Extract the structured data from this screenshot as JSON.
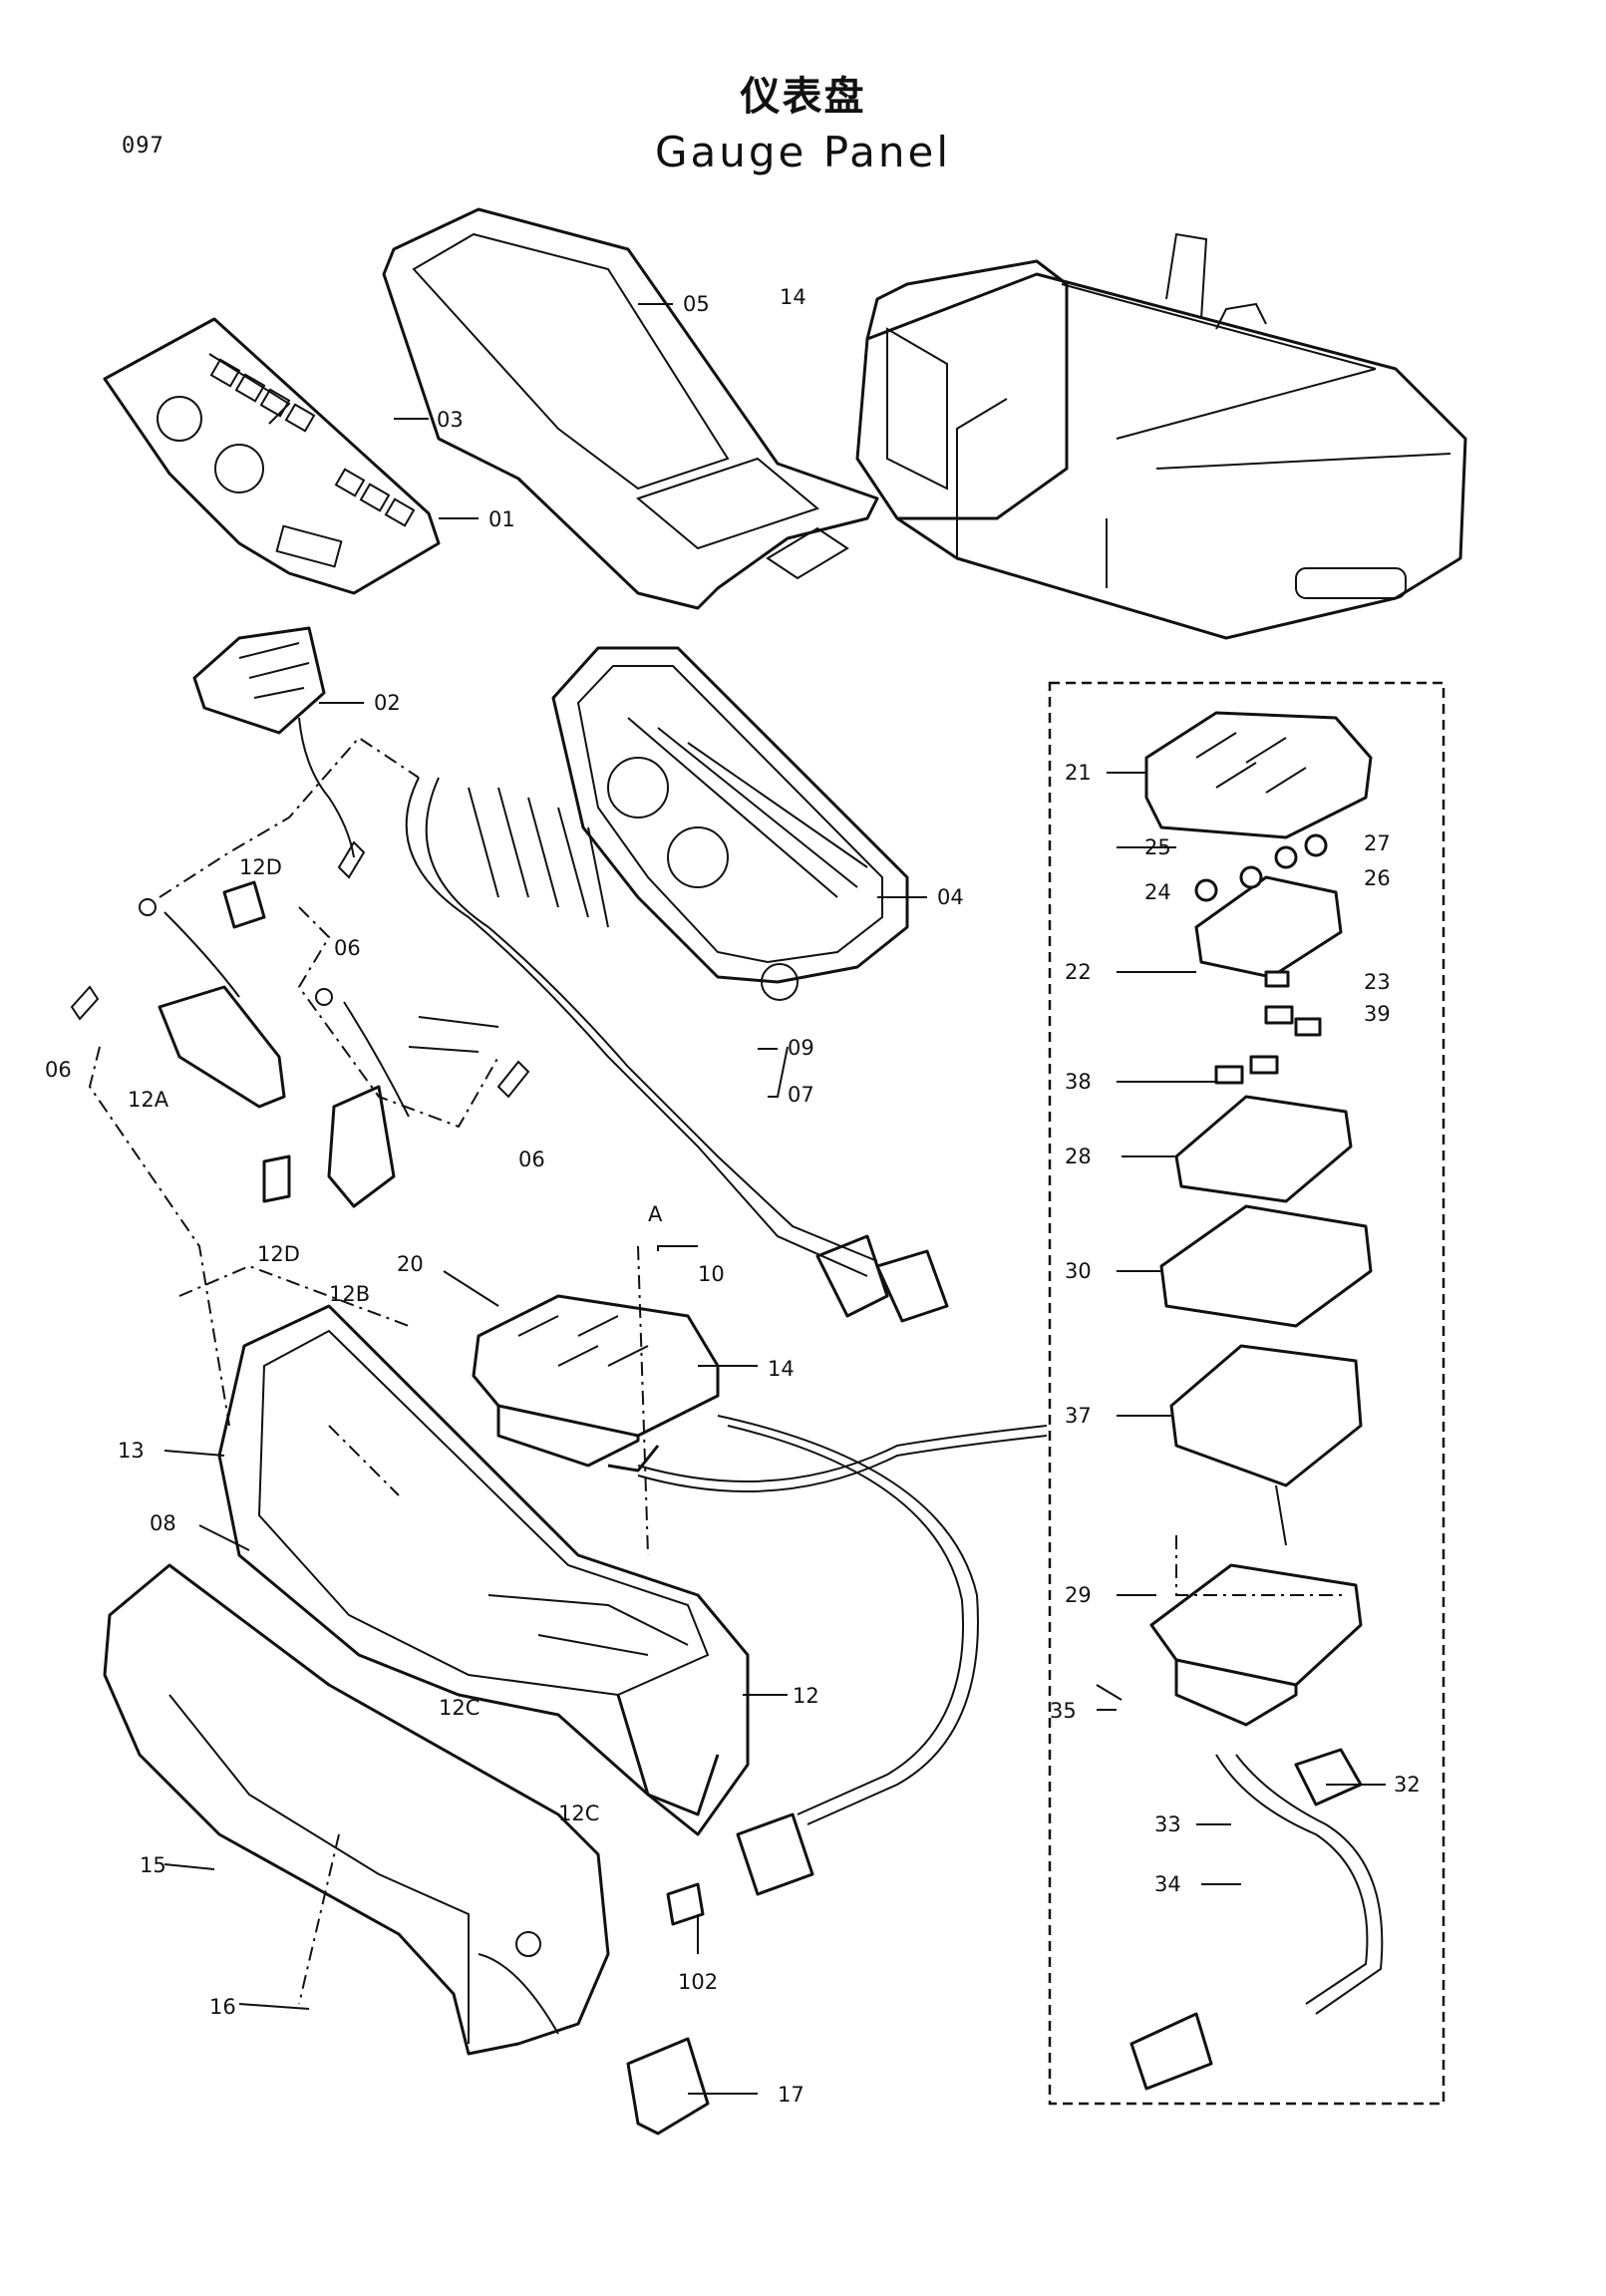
{
  "header": {
    "page_number": "097",
    "title_cn": "仪表盘",
    "title_en": "Gauge Panel"
  },
  "callouts": {
    "c01": "01",
    "c02": "02",
    "c03": "03",
    "c04": "04",
    "c05": "05",
    "c06a": "06",
    "c06b": "06",
    "c06c": "06",
    "c07": "07",
    "c08": "08",
    "c09": "09",
    "c10": "10",
    "c12": "12",
    "c12A": "12A",
    "c12B": "12B",
    "c12C_a": "12C",
    "c12C_b": "12C",
    "c12D_a": "12D",
    "c12D_b": "12D",
    "c13": "13",
    "c14a": "14",
    "c14b": "14",
    "c15": "15",
    "c16": "16",
    "c17": "17",
    "c20": "20",
    "c21": "21",
    "c22": "22",
    "c23": "23",
    "c24": "24",
    "c25": "25",
    "c26": "26",
    "c27": "27",
    "c28": "28",
    "c29": "29",
    "c30": "30",
    "c32": "32",
    "c33": "33",
    "c34": "34",
    "c35": "35",
    "c37": "37",
    "c38": "38",
    "c39": "39",
    "c102": "102",
    "cA": "A"
  }
}
